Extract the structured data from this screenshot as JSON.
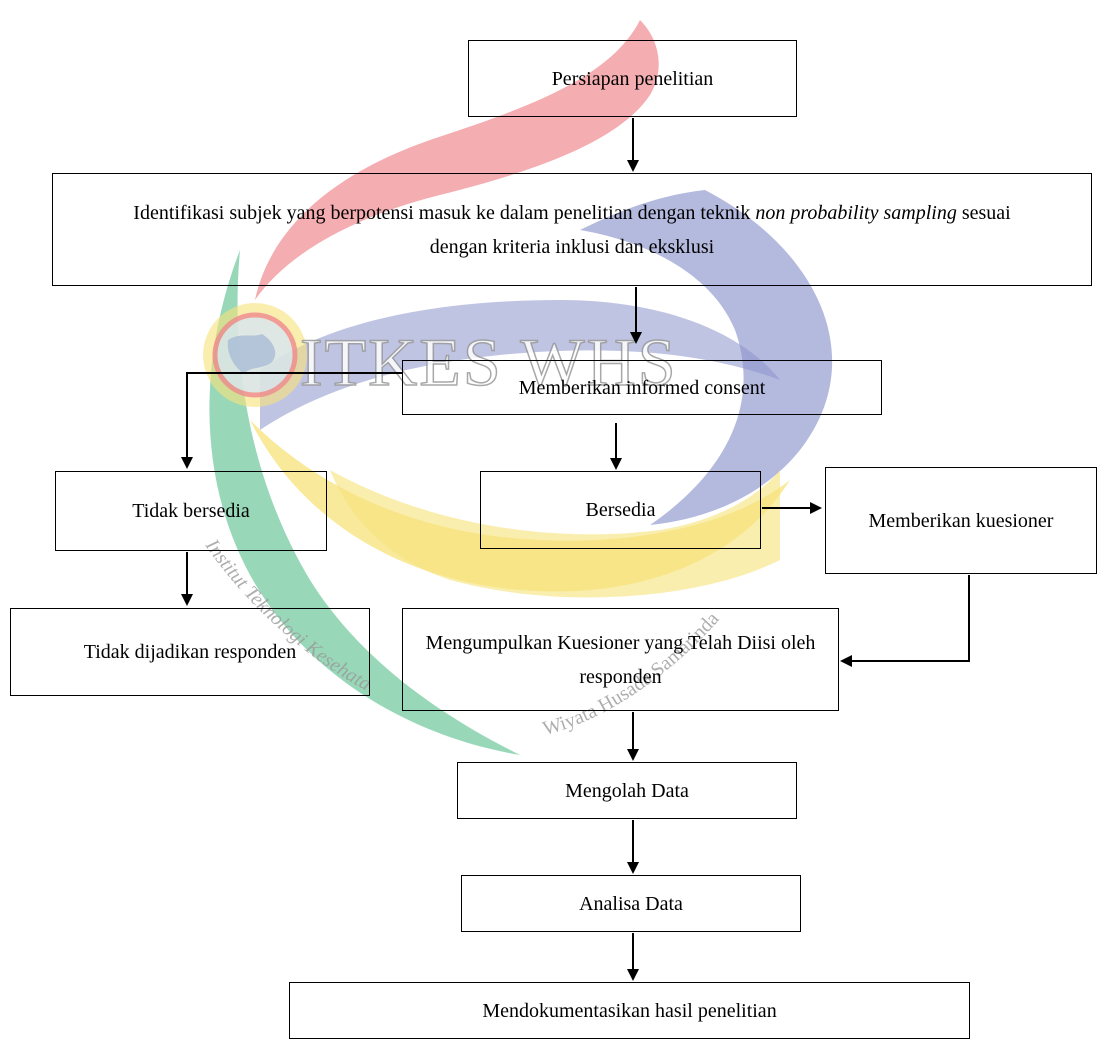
{
  "watermark": {
    "title": "ITKES WHS",
    "subtitle_left": "Institut Teknologi Kesehatan & Sains",
    "subtitle_right": "Wiyata Husada Samarinda",
    "colors": {
      "red": "#F08A90",
      "blue": "#8C93CC",
      "yellow": "#F7E27A",
      "green": "#6CC79B"
    }
  },
  "steps": {
    "persiapan": "Persiapan penelitian",
    "identifikasi_pre": "Identifikasi subjek yang berpotensi masuk ke dalam penelitian dengan teknik ",
    "identifikasi_em": "non probability sampling",
    "identifikasi_post": " sesuai dengan kriteria inklusi dan eksklusi",
    "informed_consent": "Memberikan informed consent",
    "tidak_bersedia": "Tidak bersedia",
    "bersedia": "Bersedia",
    "memberikan_kuesioner": "Memberikan kuesioner",
    "tidak_dijadikan": "Tidak dijadikan responden",
    "mengumpulkan": "Mengumpulkan Kuesioner yang Telah Diisi oleh responden",
    "mengolah": "Mengolah Data",
    "analisa": "Analisa Data",
    "mendokumentasikan": "Mendokumentasikan hasil penelitian"
  }
}
